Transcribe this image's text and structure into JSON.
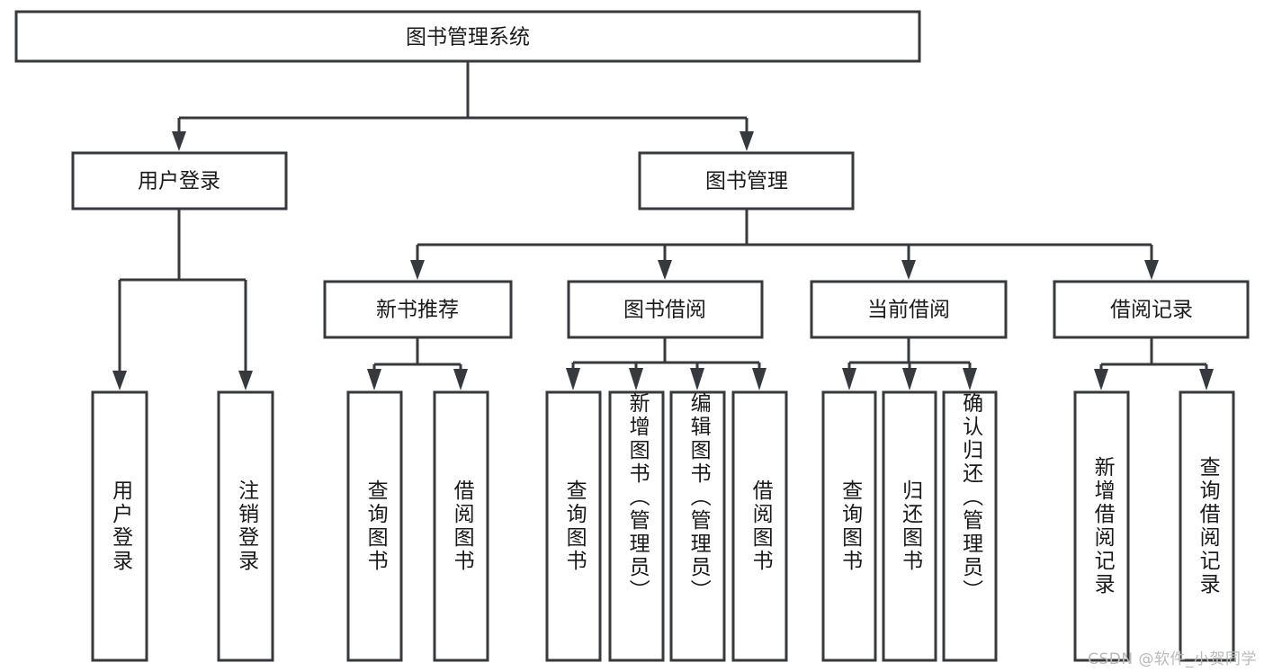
{
  "diagram": {
    "type": "tree-hierarchy-chart",
    "title": "图书管理系统",
    "orientation": "top-down",
    "colors": {
      "box_stroke": "#36393d",
      "box_fill": "#ffffff",
      "text": "#1a1a1a",
      "background": "#ffffff",
      "watermark": "#b9b9b9"
    },
    "levels": [
      {
        "level": 1,
        "nodes": [
          {
            "id": "root",
            "label": "图书管理系统",
            "orientation": "horizontal"
          }
        ]
      },
      {
        "level": 2,
        "nodes": [
          {
            "id": "user-login",
            "label": "用户登录",
            "orientation": "horizontal"
          },
          {
            "id": "book-manage",
            "label": "图书管理",
            "orientation": "horizontal"
          }
        ]
      },
      {
        "level": 3,
        "nodes": [
          {
            "id": "new-book-rec",
            "label": "新书推荐",
            "orientation": "horizontal"
          },
          {
            "id": "book-borrow",
            "label": "图书借阅",
            "orientation": "horizontal"
          },
          {
            "id": "current-borrow",
            "label": "当前借阅",
            "orientation": "horizontal"
          },
          {
            "id": "borrow-record",
            "label": "借阅记录",
            "orientation": "horizontal"
          }
        ]
      },
      {
        "level": 4,
        "nodes": [
          {
            "id": "leaf-user-login",
            "label": "用户登录",
            "orientation": "vertical",
            "parent": "user-login"
          },
          {
            "id": "leaf-logout",
            "label": "注销登录",
            "orientation": "vertical",
            "parent": "user-login"
          },
          {
            "id": "leaf-query-book-1",
            "label": "查询图书",
            "orientation": "vertical",
            "parent": "new-book-rec"
          },
          {
            "id": "leaf-borrow-book-1",
            "label": "借阅图书",
            "orientation": "vertical",
            "parent": "new-book-rec"
          },
          {
            "id": "leaf-query-book-2",
            "label": "查询图书",
            "orientation": "vertical",
            "parent": "book-borrow"
          },
          {
            "id": "leaf-add-book",
            "label": "新增图书（管理员）",
            "orientation": "vertical",
            "parent": "book-borrow"
          },
          {
            "id": "leaf-edit-book",
            "label": "编辑图书（管理员）",
            "orientation": "vertical",
            "parent": "book-borrow"
          },
          {
            "id": "leaf-borrow-book-2",
            "label": "借阅图书",
            "orientation": "vertical",
            "parent": "book-borrow"
          },
          {
            "id": "leaf-query-book-3",
            "label": "查询图书",
            "orientation": "vertical",
            "parent": "current-borrow"
          },
          {
            "id": "leaf-return-book",
            "label": "归还图书",
            "orientation": "vertical",
            "parent": "current-borrow"
          },
          {
            "id": "leaf-confirm-return",
            "label": "确认归还（管理员）",
            "orientation": "vertical",
            "parent": "current-borrow"
          },
          {
            "id": "leaf-add-record",
            "label": "新增借阅记录",
            "orientation": "vertical",
            "parent": "borrow-record"
          },
          {
            "id": "leaf-query-record",
            "label": "查询借阅记录",
            "orientation": "vertical",
            "parent": "borrow-record"
          }
        ]
      }
    ],
    "watermark": "CSDN @软件_小贺同学"
  }
}
